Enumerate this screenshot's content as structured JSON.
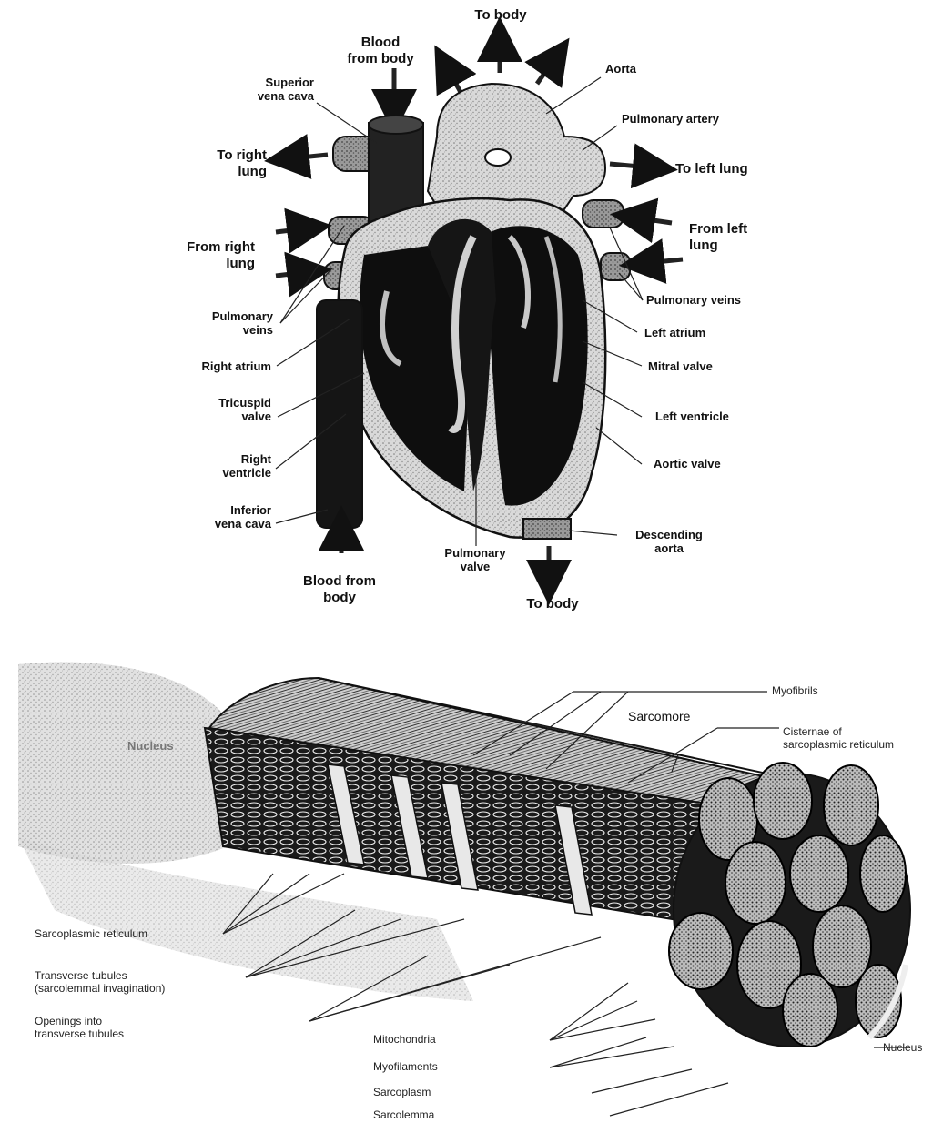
{
  "heart": {
    "to_body_top": "To body",
    "blood_from_body_top": "Blood\nfrom body",
    "aorta": "Aorta",
    "superior_vena_cava": "Superior\nvena cava",
    "pulmonary_artery": "Pulmonary artery",
    "to_right_lung": "To right\nlung",
    "to_left_lung": "To left lung",
    "from_left_lung": "From left\nlung",
    "from_right_lung": "From right\nlung",
    "pulmonary_veins_left": "Pulmonary\nveins",
    "pulmonary_veins_right": "Pulmonary veins",
    "left_atrium": "Left atrium",
    "right_atrium": "Right atrium",
    "mitral_valve": "Mitral valve",
    "tricuspid_valve": "Tricuspid\nvalve",
    "left_ventricle": "Left ventricle",
    "right_ventricle": "Right\nventricle",
    "aortic_valve": "Aortic valve",
    "inferior_vena_cava": "Inferior\nvena cava",
    "descending_aorta": "Descending\naorta",
    "pulmonary_valve": "Pulmonary\nvalve",
    "blood_from_body_bottom": "Blood from\nbody",
    "to_body_bottom": "To body"
  },
  "muscle": {
    "myofibrils": "Myofibrils",
    "sarcomere": "Sarcomore",
    "cisternae": "Cisternae of\nsarcoplasmic reticulum",
    "nucleus_left": "Nucleus",
    "sarcoplasmic_reticulum": "Sarcoplasmic reticulum",
    "transverse_tubules": "Transverse tubules\n(sarcolemmal invagination)",
    "openings": "Openings into\ntransverse tubules",
    "mitochondria": "Mitochondria",
    "myofilaments": "Myofilaments",
    "sarcoplasm": "Sarcoplasm",
    "sarcolemma": "Sarcolemma",
    "nucleus_right": "Nucleus"
  }
}
